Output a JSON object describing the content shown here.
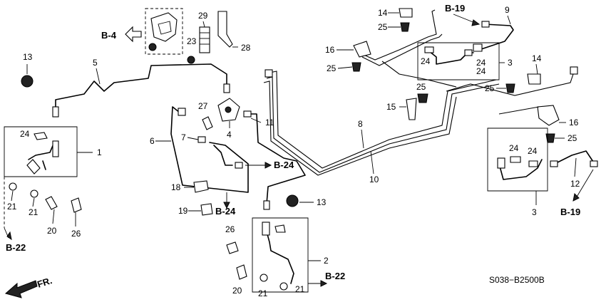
{
  "diagram_code": "S038−B2500B",
  "front_label": "FR.",
  "refs": {
    "b4": "B-4",
    "b19_top": "B-19",
    "b19_right": "B-19",
    "b22_left": "B-22",
    "b22_bottom": "B-22",
    "b24_mid": "B-24",
    "b24_low": "B-24"
  },
  "callouts": {
    "c1": "1",
    "c2": "2",
    "c3_top": "3",
    "c3_bottom": "3",
    "c4": "4",
    "c5": "5",
    "c6": "6",
    "c7": "7",
    "c8": "8",
    "c9": "9",
    "c10": "10",
    "c11": "11",
    "c12": "12",
    "c13_left": "13",
    "c13_mid": "13",
    "c14_top": "14",
    "c14_right": "14",
    "c15": "15",
    "c16_top": "16",
    "c16_right": "16",
    "c18": "18",
    "c19": "19",
    "c20_left": "20",
    "c20_bottom": "20",
    "c21_a": "21",
    "c21_b": "21",
    "c21_c": "21",
    "c21_d": "21",
    "c23": "23",
    "c24_left": "24",
    "c24_b": "24",
    "c24_c": "24",
    "c24_d": "24",
    "c24_e": "24",
    "c24_f": "24",
    "c25_a": "25",
    "c25_b": "25",
    "c25_c": "25",
    "c25_d": "25",
    "c25_e": "25",
    "c26_left": "26",
    "c26_bottom": "26",
    "c27": "27",
    "c28": "28",
    "c29": "29"
  }
}
